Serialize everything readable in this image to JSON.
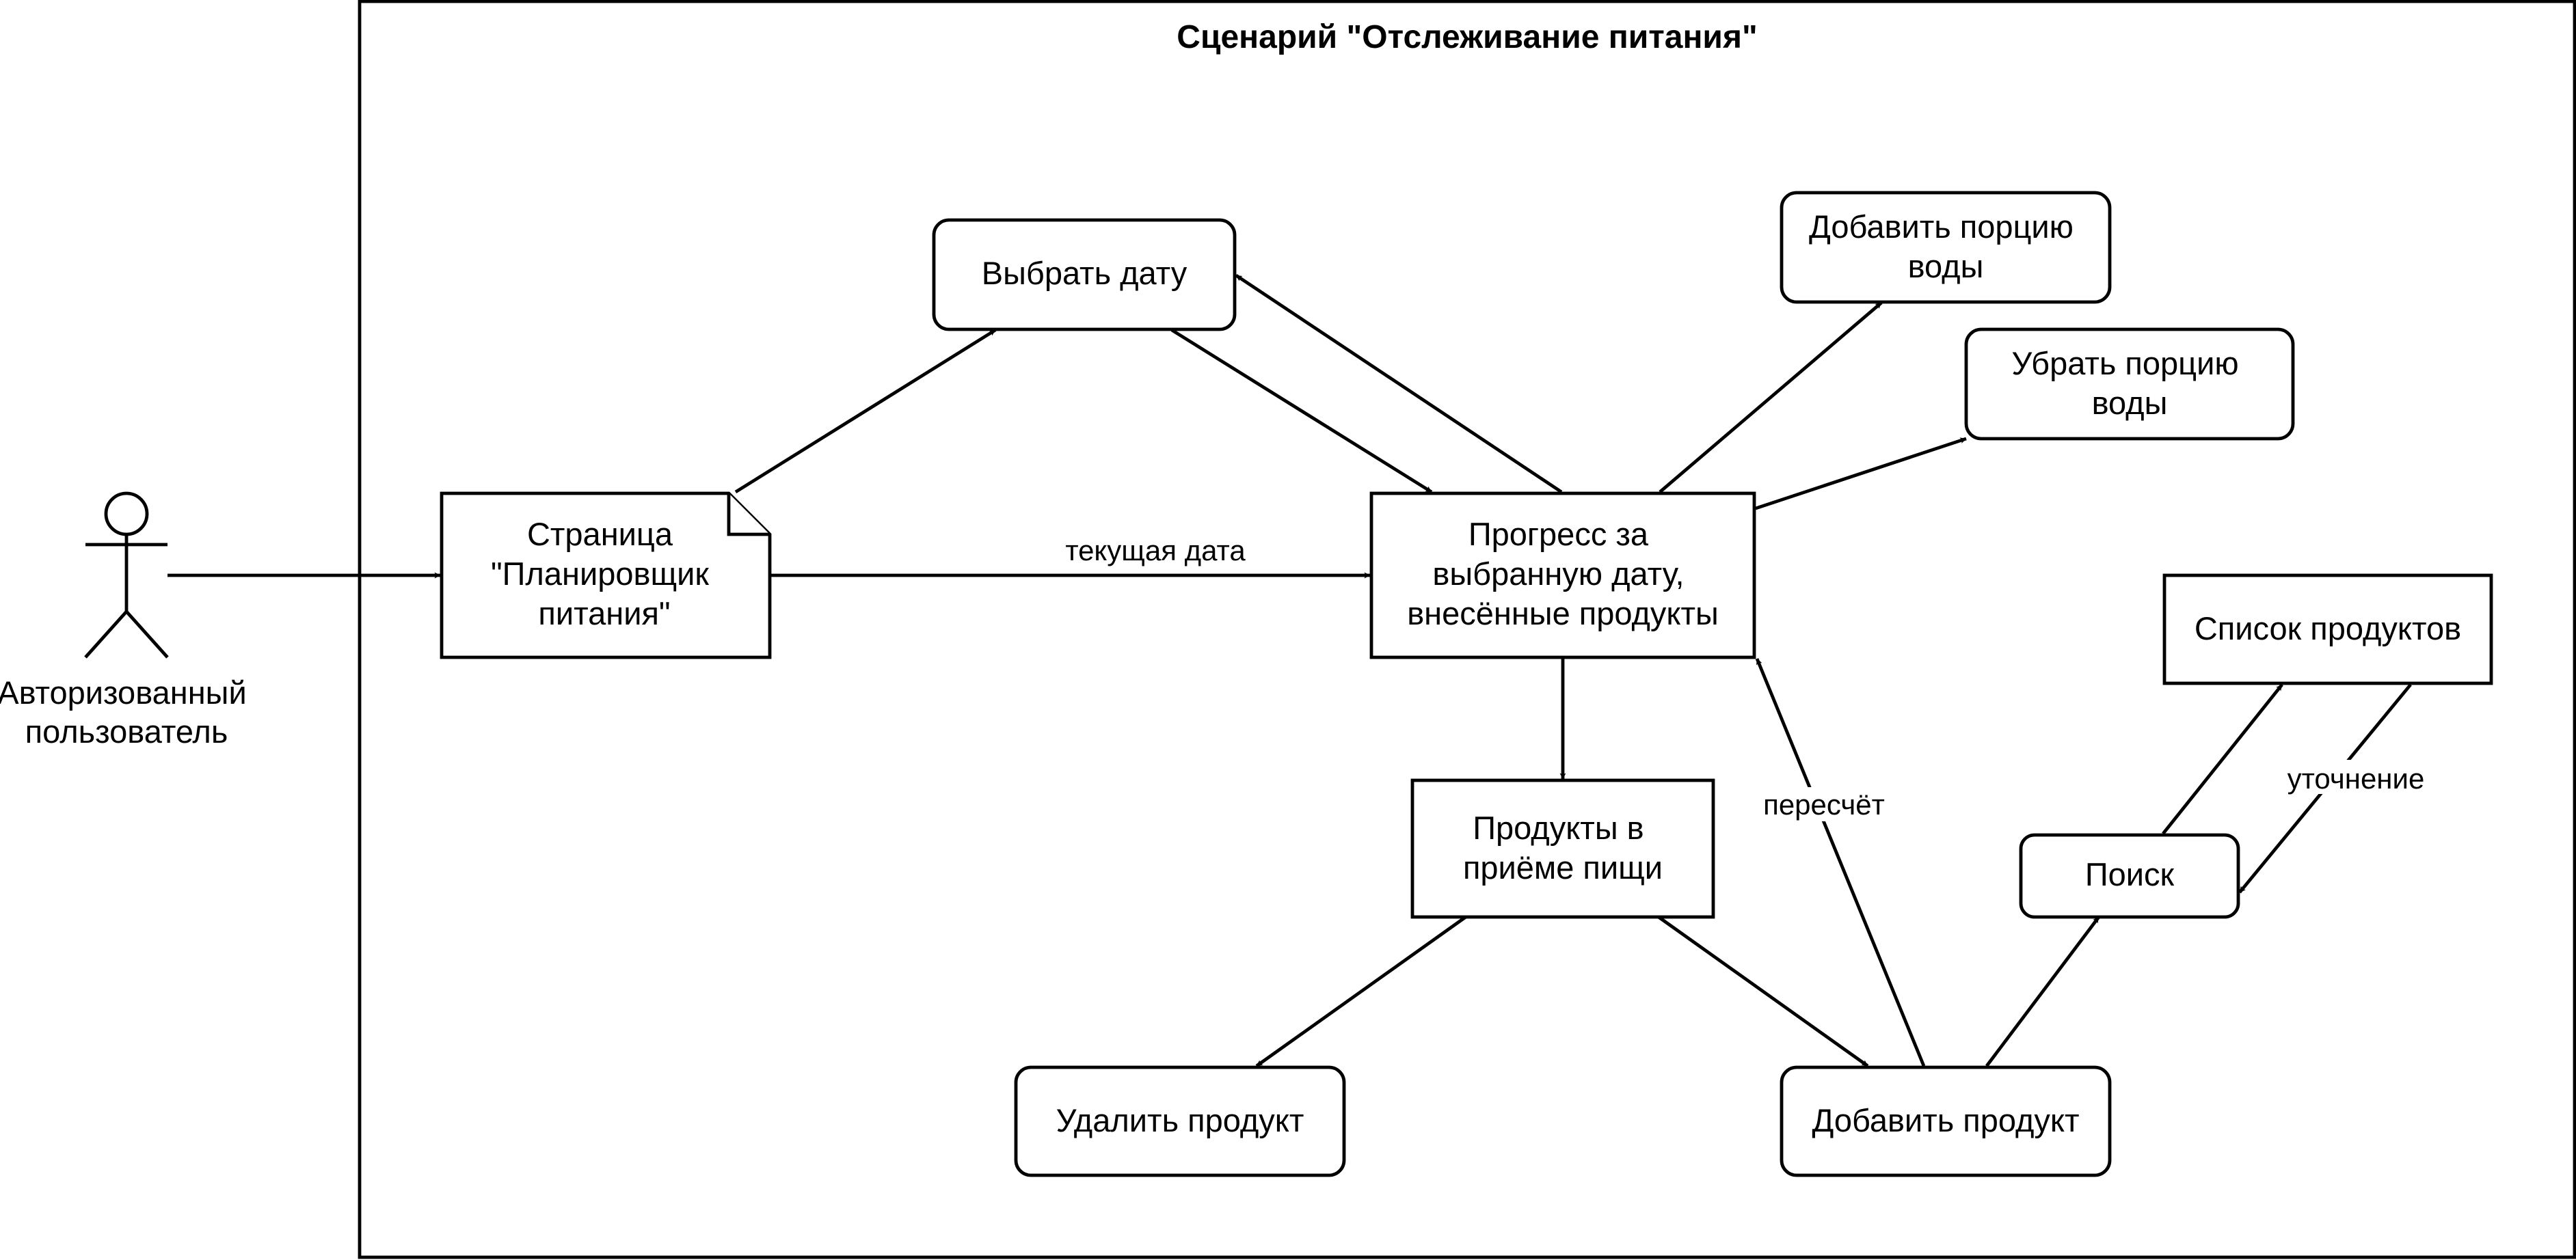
{
  "diagram": {
    "title": "Сценарий \"Отслеживание питания\"",
    "actor": {
      "label_lines": [
        "Авторизованный",
        "пользователь"
      ]
    },
    "nodes": {
      "page": {
        "label_lines": [
          "Страница",
          "\"Планировщик",
          "питания\""
        ],
        "shape": "document"
      },
      "select_date": {
        "label_lines": [
          "Выбрать дату"
        ],
        "shape": "rounded"
      },
      "progress": {
        "label_lines": [
          "Прогресс за",
          "выбранную дату,",
          "внесённые продукты"
        ],
        "shape": "rect"
      },
      "add_water": {
        "label_lines": [
          "Добавить порцию",
          "воды"
        ],
        "shape": "rounded"
      },
      "remove_water": {
        "label_lines": [
          "Убрать порцию",
          "воды"
        ],
        "shape": "rounded"
      },
      "meal_products": {
        "label_lines": [
          "Продукты в",
          "приёме пищи"
        ],
        "shape": "rect"
      },
      "delete_product": {
        "label_lines": [
          "Удалить продукт"
        ],
        "shape": "rounded"
      },
      "add_product": {
        "label_lines": [
          "Добавить продукт"
        ],
        "shape": "rounded"
      },
      "search": {
        "label_lines": [
          "Поиск"
        ],
        "shape": "rounded"
      },
      "product_list": {
        "label_lines": [
          "Список продуктов"
        ],
        "shape": "rect"
      }
    },
    "edge_labels": {
      "current_date": "текущая дата",
      "recalc": "пересчёт",
      "refine": "уточнение"
    }
  }
}
